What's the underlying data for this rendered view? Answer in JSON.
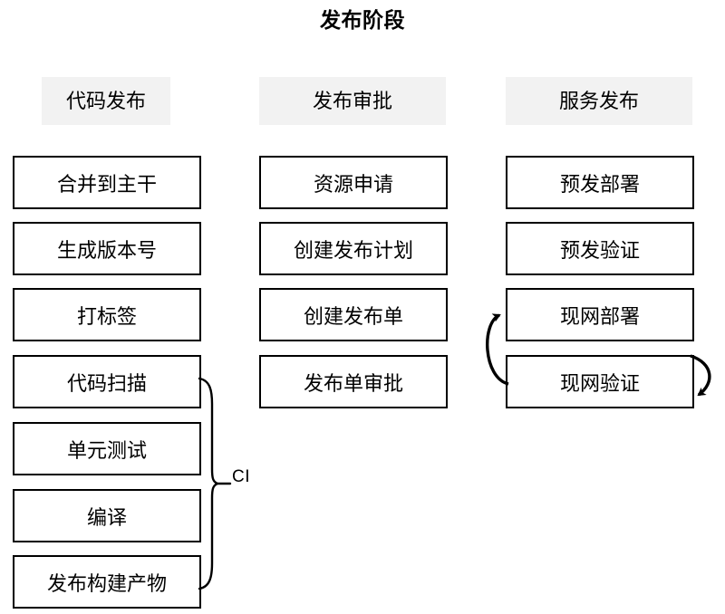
{
  "diagram": {
    "title": "发布阶段",
    "style": {
      "header_background": "#f2f2f2",
      "box_border": "#000000",
      "box_background": "#ffffff",
      "text_color": "#000000",
      "canvas_background": "#ffffff"
    },
    "columns": [
      {
        "id": "code-release",
        "header": "代码发布",
        "nodes": [
          "合并到主干",
          "生成版本号",
          "打标签",
          "代码扫描",
          "单元测试",
          "编译",
          "发布构建产物"
        ]
      },
      {
        "id": "release-approval",
        "header": "发布审批",
        "nodes": [
          "资源申请",
          "创建发布计划",
          "创建发布单",
          "发布单审批"
        ]
      },
      {
        "id": "service-release",
        "header": "服务发布",
        "nodes": [
          "预发部署",
          "预发验证",
          "现网部署",
          "现网验证"
        ]
      }
    ],
    "annotations": [
      {
        "id": "ci-bracket",
        "label": "CI",
        "type": "curly-brace",
        "covers": [
          "代码扫描",
          "单元测试",
          "编译",
          "发布构建产物"
        ]
      }
    ],
    "connectors": [
      {
        "id": "deploy-to-verify",
        "type": "curved-arrow",
        "from": "现网部署",
        "to": "现网验证",
        "side": "right"
      },
      {
        "id": "verify-to-deploy",
        "type": "curved-arrow",
        "from": "现网验证",
        "to": "现网部署",
        "side": "left"
      }
    ]
  }
}
